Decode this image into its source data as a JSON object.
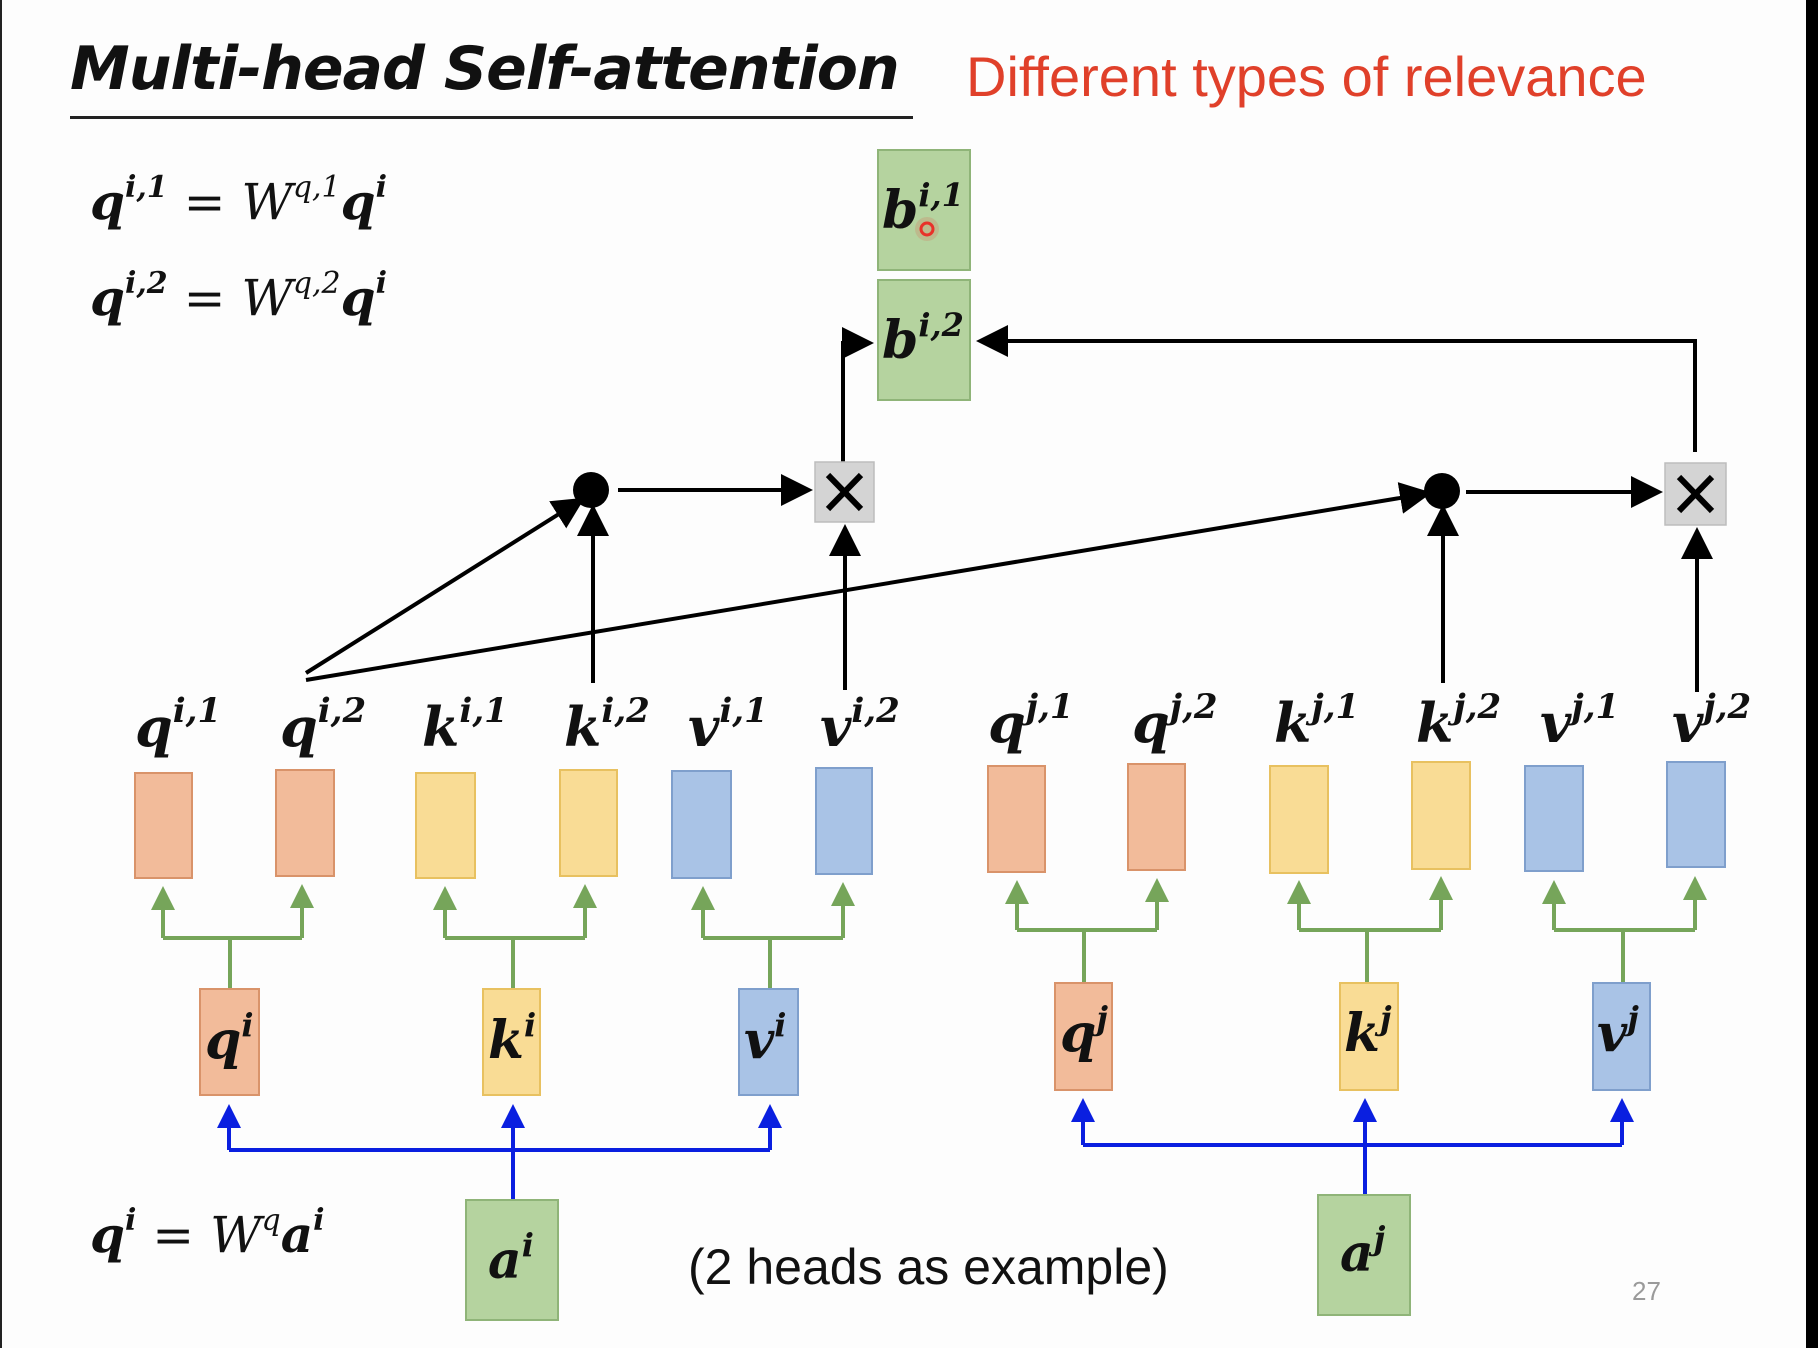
{
  "slide": {
    "title": "Multi-head Self-attention",
    "subtitle": "Different types of relevance",
    "note": "(2 heads as example)",
    "page_number": "27"
  },
  "equations": [
    {
      "lhs_base": "q",
      "lhs_sup": "i,1",
      "op": "=",
      "w_base": "W",
      "w_sup": "q,1",
      "rhs_base": "q",
      "rhs_sup": "i"
    },
    {
      "lhs_base": "q",
      "lhs_sup": "i,2",
      "op": "=",
      "w_base": "W",
      "w_sup": "q,2",
      "rhs_base": "q",
      "rhs_sup": "i"
    },
    {
      "lhs_base": "q",
      "lhs_sup": "i",
      "op": "=",
      "w_base": "W",
      "w_sup": "q",
      "rhs_base": "a",
      "rhs_sup": "i"
    }
  ],
  "outputs": [
    {
      "base": "b",
      "sup": "i,1"
    },
    {
      "base": "b",
      "sup": "i,2"
    }
  ],
  "head_vectors_i": [
    {
      "base": "q",
      "sup": "i,1",
      "kind": "query"
    },
    {
      "base": "q",
      "sup": "i,2",
      "kind": "query"
    },
    {
      "base": "k",
      "sup": "i,1",
      "kind": "key"
    },
    {
      "base": "k",
      "sup": "i,2",
      "kind": "key"
    },
    {
      "base": "v",
      "sup": "i,1",
      "kind": "value"
    },
    {
      "base": "v",
      "sup": "i,2",
      "kind": "value"
    }
  ],
  "head_vectors_j": [
    {
      "base": "q",
      "sup": "j,1",
      "kind": "query"
    },
    {
      "base": "q",
      "sup": "j,2",
      "kind": "query"
    },
    {
      "base": "k",
      "sup": "j,1",
      "kind": "key"
    },
    {
      "base": "k",
      "sup": "j,2",
      "kind": "key"
    },
    {
      "base": "v",
      "sup": "j,1",
      "kind": "value"
    },
    {
      "base": "v",
      "sup": "j,2",
      "kind": "value"
    }
  ],
  "qkv_i": [
    {
      "base": "q",
      "sup": "i",
      "kind": "query"
    },
    {
      "base": "k",
      "sup": "i",
      "kind": "key"
    },
    {
      "base": "v",
      "sup": "i",
      "kind": "value"
    }
  ],
  "qkv_j": [
    {
      "base": "q",
      "sup": "j",
      "kind": "query"
    },
    {
      "base": "k",
      "sup": "j",
      "kind": "key"
    },
    {
      "base": "v",
      "sup": "j",
      "kind": "value"
    }
  ],
  "inputs": [
    {
      "base": "a",
      "sup": "i"
    },
    {
      "base": "a",
      "sup": "j"
    }
  ],
  "operators": {
    "dot_product": "●",
    "multiply": "✕"
  },
  "colors": {
    "title": "#111111",
    "subtitle": "#e0402a",
    "query_fill": "#f2bb9a",
    "query_border": "#d9936a",
    "key_fill": "#f9dc95",
    "key_border": "#e8c160",
    "value_fill": "#a9c3e6",
    "value_border": "#7f9fcc",
    "output_fill": "#b5d39f",
    "output_border": "#8fb478",
    "green_arrow": "#76a55a",
    "blue_arrow": "#0a1fe0",
    "black_arrow": "#000000",
    "multiply_box": "#d4d4d4",
    "cursor_marker": "#e8322a"
  }
}
